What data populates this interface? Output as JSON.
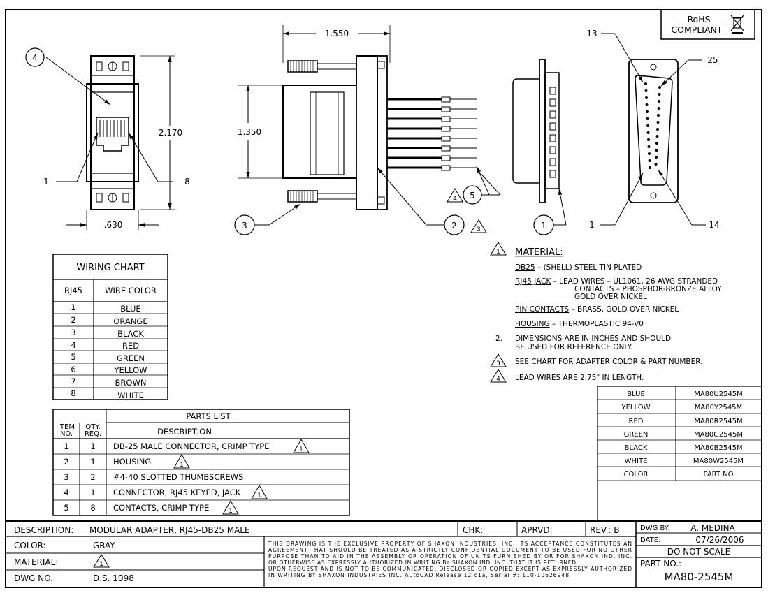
{
  "rohs": {
    "line1": "RoHS",
    "line2": "COMPLIANT"
  },
  "dimensions": {
    "width_front": ".630",
    "height_front": "2.170",
    "length_side": "1.550",
    "height_side": "1.350"
  },
  "callouts": {
    "front_top": "4",
    "front_left": "1",
    "front_right": "8",
    "side_thumbscrew": "3",
    "side_housing": "2",
    "side_housing_note": "3",
    "side_contacts": "5",
    "side_contacts_note": "4",
    "db_bottom": "1",
    "db_top": "13",
    "db_right_top": "25",
    "db_left_bottom": "1",
    "db_right_bottom": "14"
  },
  "notes": {
    "n1_mark": "1",
    "title": "MATERIAL:",
    "db25_label": "DB25",
    "db25_text": " – (SHELL) STEEL TIN PLATED",
    "rj45_label": "RJ45 JACK",
    "rj45_text": " – LEAD WIRES – UL1061, 26 AWG STRANDED",
    "rj45_text2": "CONTACTS – PHOSPHOR-BRONZE ALLOY",
    "rj45_text3": "GOLD OVER NICKEL",
    "pin_label": "PIN CONTACTS",
    "pin_text": " – BRASS, GOLD OVER NICKEL",
    "housing_label": "HOUSING",
    "housing_text": " – THERMOPLASTIC 94-V0",
    "n2": "2.",
    "n2_text": "DIMENSIONS ARE IN INCHES AND SHOULD",
    "n2_text2": "BE USED FOR REFERENCE ONLY.",
    "n3_mark": "3",
    "n3_text": "SEE CHART FOR ADAPTER COLOR & PART NUMBER.",
    "n4_mark": "4",
    "n4_text": "LEAD WIRES ARE 2.75\" IN LENGTH."
  },
  "wiring_chart": {
    "title": "WIRING CHART",
    "col1": "RJ45",
    "col2": "WIRE COLOR",
    "rows": [
      {
        "pin": "1",
        "color": "BLUE"
      },
      {
        "pin": "2",
        "color": "ORANGE"
      },
      {
        "pin": "3",
        "color": "BLACK"
      },
      {
        "pin": "4",
        "color": "RED"
      },
      {
        "pin": "5",
        "color": "GREEN"
      },
      {
        "pin": "6",
        "color": "YELLOW"
      },
      {
        "pin": "7",
        "color": "BROWN"
      },
      {
        "pin": "8",
        "color": "WHITE"
      }
    ]
  },
  "parts_list": {
    "title": "PARTS LIST",
    "col_item1": "ITEM",
    "col_item2": "NO.",
    "col_qty1": "QTY.",
    "col_qty2": "REQ.",
    "col_desc": "DESCRIPTION",
    "rows": [
      {
        "item": "1",
        "qty": "1",
        "desc": "DB-25 MALE CONNECTOR, CRIMP TYPE",
        "note": "1"
      },
      {
        "item": "2",
        "qty": "1",
        "desc": "HOUSING",
        "note": "1"
      },
      {
        "item": "3",
        "qty": "2",
        "desc": "#4-40 SLOTTED THUMBSCREWS",
        "note": ""
      },
      {
        "item": "4",
        "qty": "1",
        "desc": "CONNECTOR, RJ45 KEYED, JACK",
        "note": "1"
      },
      {
        "item": "5",
        "qty": "8",
        "desc": "CONTACTS, CRIMP TYPE",
        "note": "1"
      }
    ]
  },
  "color_chart": {
    "rows": [
      {
        "color": "BLUE",
        "part": "MA80U2545M"
      },
      {
        "color": "YELLOW",
        "part": "MA80Y2545M"
      },
      {
        "color": "RED",
        "part": "MA80R2545M"
      },
      {
        "color": "GREEN",
        "part": "MA80G2545M"
      },
      {
        "color": "BLACK",
        "part": "MA80B2545M"
      },
      {
        "color": "WHITE",
        "part": "MA80W2545M"
      }
    ],
    "footer_color": "COLOR",
    "footer_part": "PART NO"
  },
  "title_block": {
    "desc_label": "DESCRIPTION:",
    "desc_value": "MODULAR ADAPTER, RJ45-DB25 MALE",
    "chk_label": "CHK:",
    "aprvd_label": "APRVD:",
    "rev_label": "REV.: B",
    "color_label": "COLOR:",
    "color_value": "GRAY",
    "material_label": "MATERIAL:",
    "material_note": "1",
    "dwgno_label": "DWG NO.",
    "dwgno_value": "D.S. 1098",
    "legal1": "THIS DRAWING IS THE EXCLUSIVE PROPERTY OF SHAXON INDUSTRIES, INC. ITS ACCEPTANCE CONSTITUTES AN",
    "legal2": "AGREEMENT THAT SHOULD BE TREATED AS A STRICTLY CONFIDENTIAL DOCUMENT TO BE USED FOR NO OTHER",
    "legal3": "PURPOSE THAN TO AID IN THE ASSEMBLY OR OPERATION OF UNITS FURNISHED BY OR FOR SHAXON IND. INC.",
    "legal4": "OR OTHERWISE AS EXPRESSLY AUTHORIZED IN WRITING BY SHAXON IND. INC. THAT IT IS RETURNED",
    "legal5": "UPON REQUEST AND IS NOT TO BE COMMUNICATED, DISCLOSED OR COPIED EXCEPT AS EXPRESSLY AUTHORIZED",
    "legal6": "IN WRITING BY SHAXON INDUSTRIES INC. AutoCAD Release 12 c1a, Serial #: 110-10626948",
    "dwgby_label": "DWG BY:",
    "dwgby_value": "A. MEDINA",
    "date_label": "DATE:",
    "date_value": "07/26/2006",
    "scale": "DO NOT SCALE",
    "partno_label": "PART NO.:",
    "partno_value": "MA80-2545M"
  }
}
